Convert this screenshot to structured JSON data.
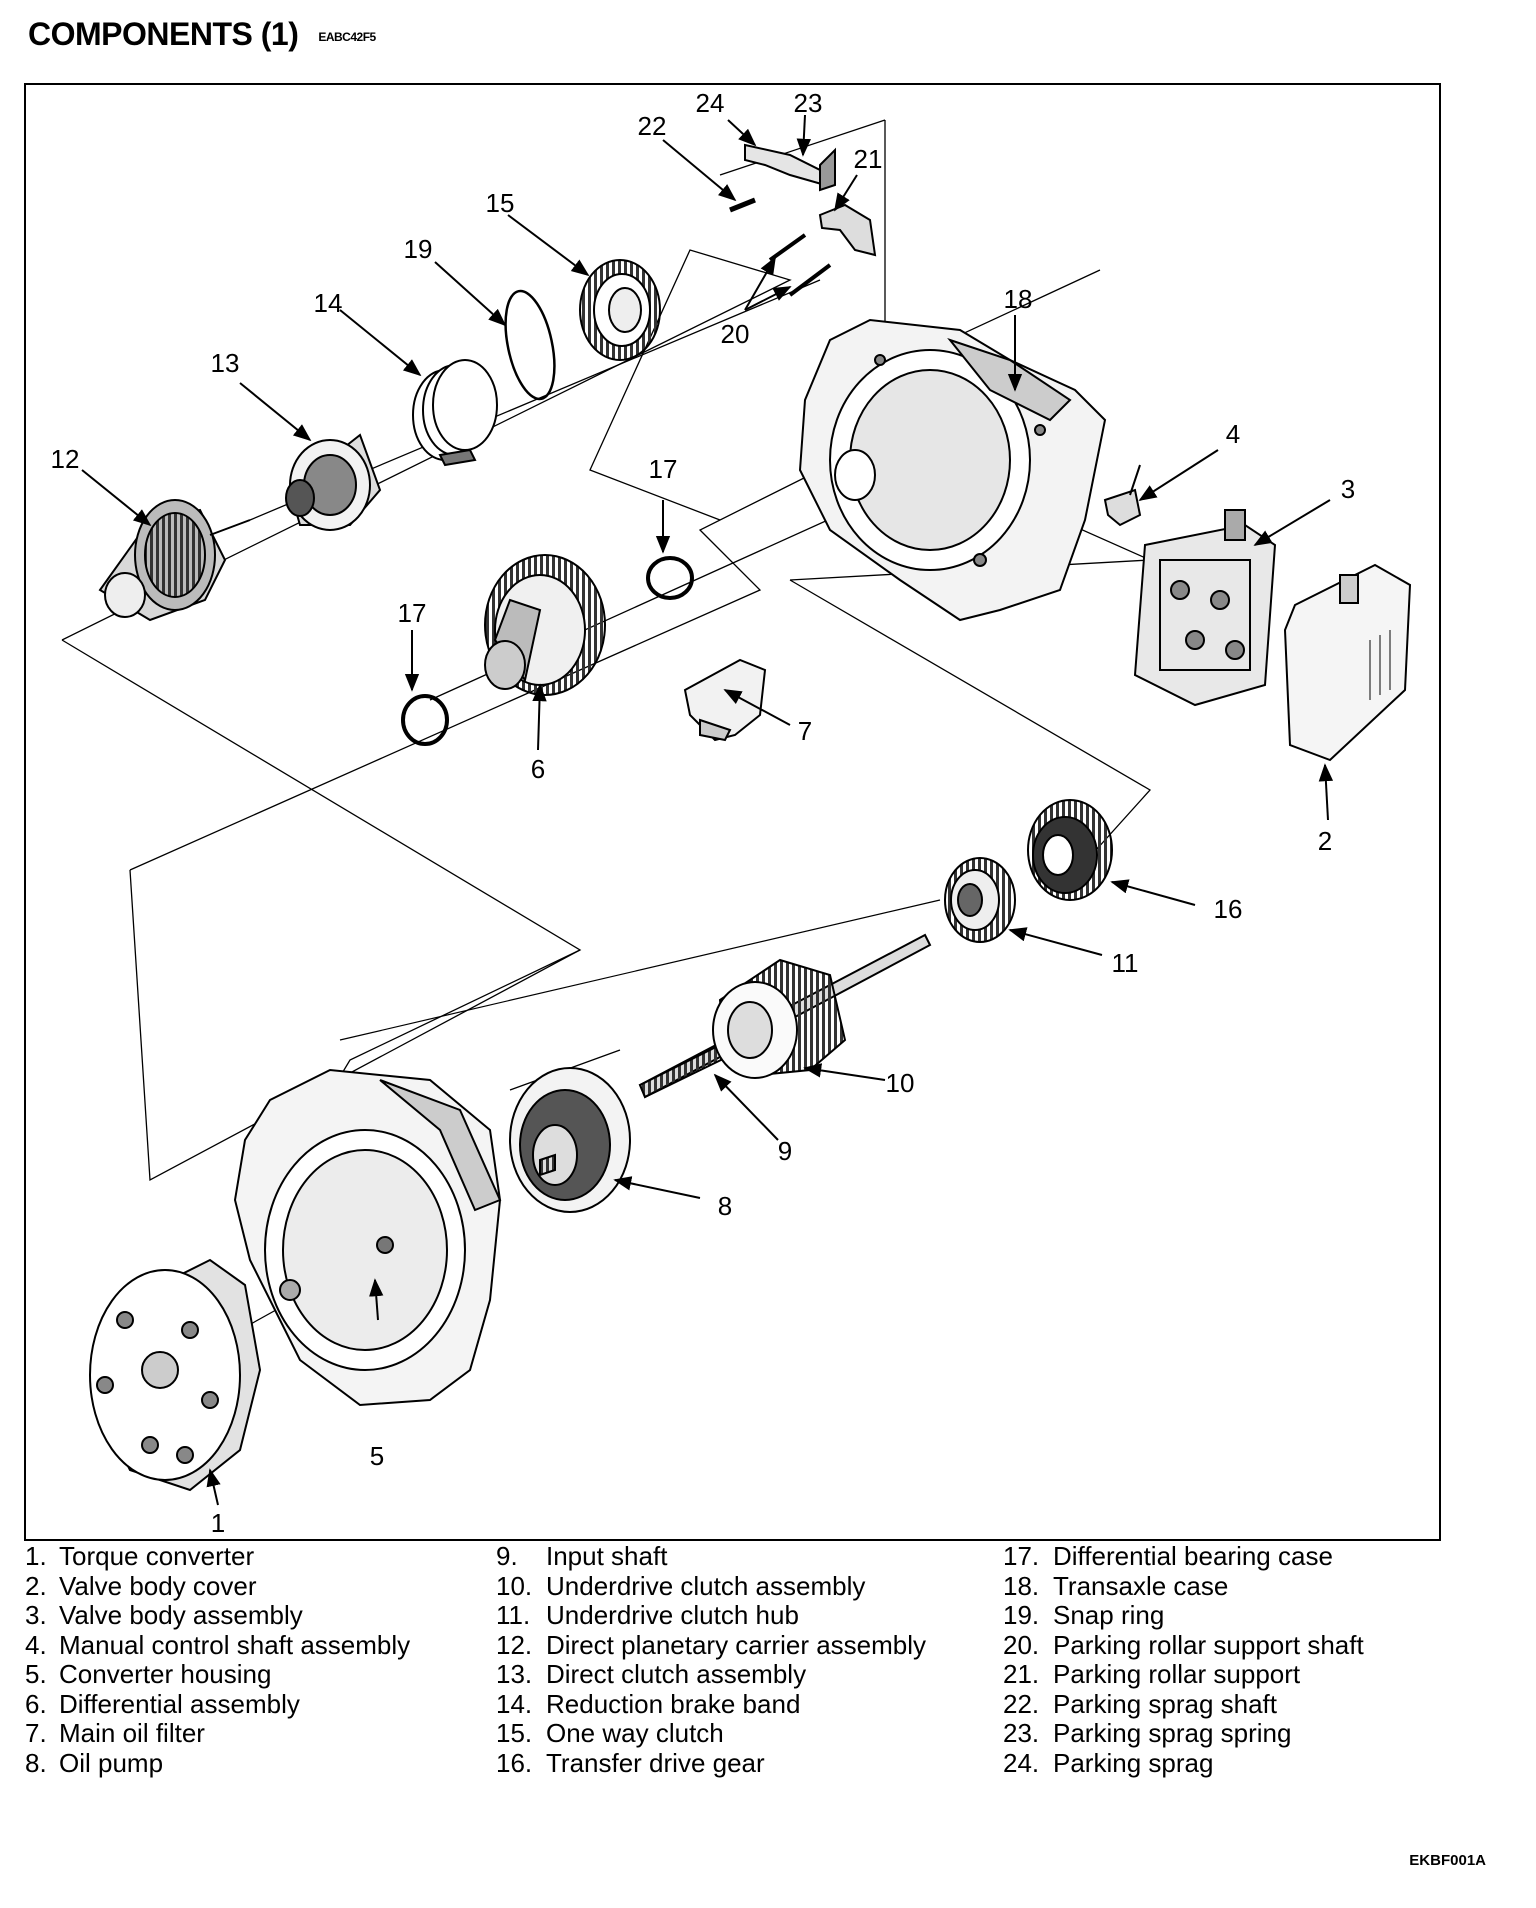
{
  "header": {
    "title": "COMPONENTS (1)",
    "code": "EABC42F5"
  },
  "callouts": [
    "1",
    "2",
    "3",
    "4",
    "5",
    "6",
    "7",
    "8",
    "9",
    "10",
    "11",
    "12",
    "13",
    "14",
    "15",
    "16",
    "17",
    "17",
    "19",
    "20",
    "21",
    "22",
    "23",
    "24",
    "18"
  ],
  "legend": {
    "col1": [
      {
        "num": "1.",
        "text": "Torque converter"
      },
      {
        "num": "2.",
        "text": "Valve body cover"
      },
      {
        "num": "3.",
        "text": "Valve body assembly"
      },
      {
        "num": "4.",
        "text": "Manual control shaft assembly"
      },
      {
        "num": "5.",
        "text": "Converter housing"
      },
      {
        "num": "6.",
        "text": "Differential assembly"
      },
      {
        "num": "7.",
        "text": "Main oil filter"
      },
      {
        "num": "8.",
        "text": "Oil pump"
      }
    ],
    "col2": [
      {
        "num": "9.",
        "text": "Input shaft"
      },
      {
        "num": "10.",
        "text": "Underdrive clutch assembly"
      },
      {
        "num": "11.",
        "text": "Underdrive clutch hub"
      },
      {
        "num": "12.",
        "text": "Direct planetary carrier assembly"
      },
      {
        "num": "13.",
        "text": "Direct clutch assembly"
      },
      {
        "num": "14.",
        "text": "Reduction brake band"
      },
      {
        "num": "15.",
        "text": "One way clutch"
      },
      {
        "num": "16.",
        "text": "Transfer drive gear"
      }
    ],
    "col3": [
      {
        "num": "17.",
        "text": "Differential bearing case"
      },
      {
        "num": "18.",
        "text": "Transaxle case"
      },
      {
        "num": "19.",
        "text": "Snap ring"
      },
      {
        "num": "20.",
        "text": "Parking rollar support shaft"
      },
      {
        "num": "21.",
        "text": "Parking rollar support"
      },
      {
        "num": "22.",
        "text": "Parking sprag shaft"
      },
      {
        "num": "23.",
        "text": "Parking sprag spring"
      },
      {
        "num": "24.",
        "text": "Parking sprag"
      }
    ]
  },
  "footer": {
    "code": "EKBF001A"
  }
}
